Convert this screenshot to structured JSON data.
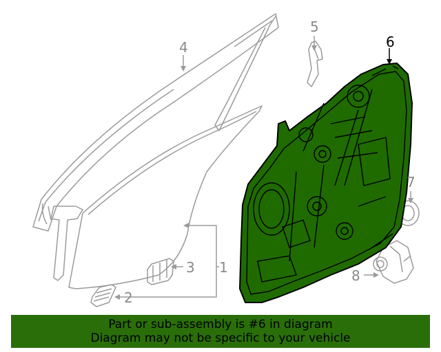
{
  "callouts": {
    "c1": "1",
    "c2": "2",
    "c3": "3",
    "c4": "4",
    "c5": "5",
    "c6": "6",
    "c7": "7",
    "c8": "8"
  },
  "highlight": {
    "part_number": "6",
    "fill_color": "#1f6b00",
    "banner_color": "#2a6e0a"
  },
  "banner": {
    "line1": "Part or sub-assembly is #6 in diagram",
    "line2": "Diagram may not be specific to your vehicle"
  }
}
